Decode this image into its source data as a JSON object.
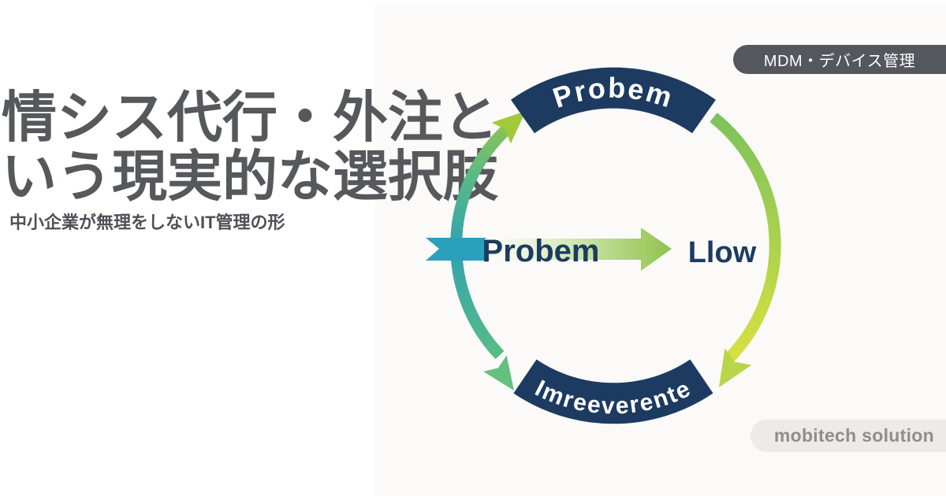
{
  "page": {
    "title_line1": "情シス代行・外注と",
    "title_line2": "いう現実的な選択肢",
    "subtitle": "中小企業が無理をしないIT管理の形"
  },
  "badges": {
    "top_right": "MDM・デバイス管理",
    "bottom_right": "mobitech solution"
  },
  "diagram": {
    "top_banner_label": "Probem",
    "bottom_banner_label": "Imreeverente",
    "center_arrow_label": "Probem",
    "center_arrow_target_label": "Llow",
    "colors": {
      "navy": "#1d3b61",
      "teal": "#2ba0bd",
      "green": "#5ec17e",
      "yellow_green": "#b9d549",
      "title_gray": "#57585b",
      "badge_dark_bg": "#54575d",
      "badge_light_bg": "#edeae8",
      "badge_light_text": "#8e8e8e"
    }
  }
}
